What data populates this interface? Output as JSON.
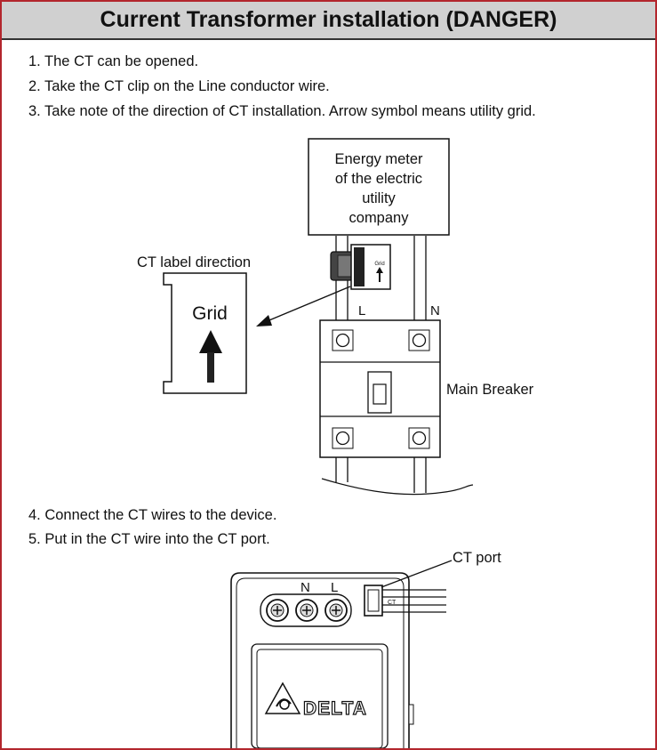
{
  "title": "Current Transformer installation (DANGER)",
  "steps": [
    "1. The CT can be opened.",
    "2. Take the CT clip on the Line conductor wire.",
    "3. Take note of the direction of CT installation. Arrow symbol means utility grid.",
    "4. Connect the CT wires to the device.",
    "5. Put in the CT wire into the CT port."
  ],
  "diagram1": {
    "meter_label_lines": [
      "Energy meter",
      "of the electric",
      "utility",
      "company"
    ],
    "ct_label_direction": "CT label direction",
    "grid_label": "Grid",
    "ct_small_label": "Grid",
    "line_label": "L",
    "neutral_label": "N",
    "breaker_label": "Main Breaker"
  },
  "diagram2": {
    "ct_port_label": "CT port",
    "n_label": "N",
    "l_label": "L",
    "ct_connector_label": "CT",
    "brand_logo_text": "DELTA"
  },
  "colors": {
    "frame_border": "#b3262d",
    "title_background": "#d0d0d0"
  }
}
